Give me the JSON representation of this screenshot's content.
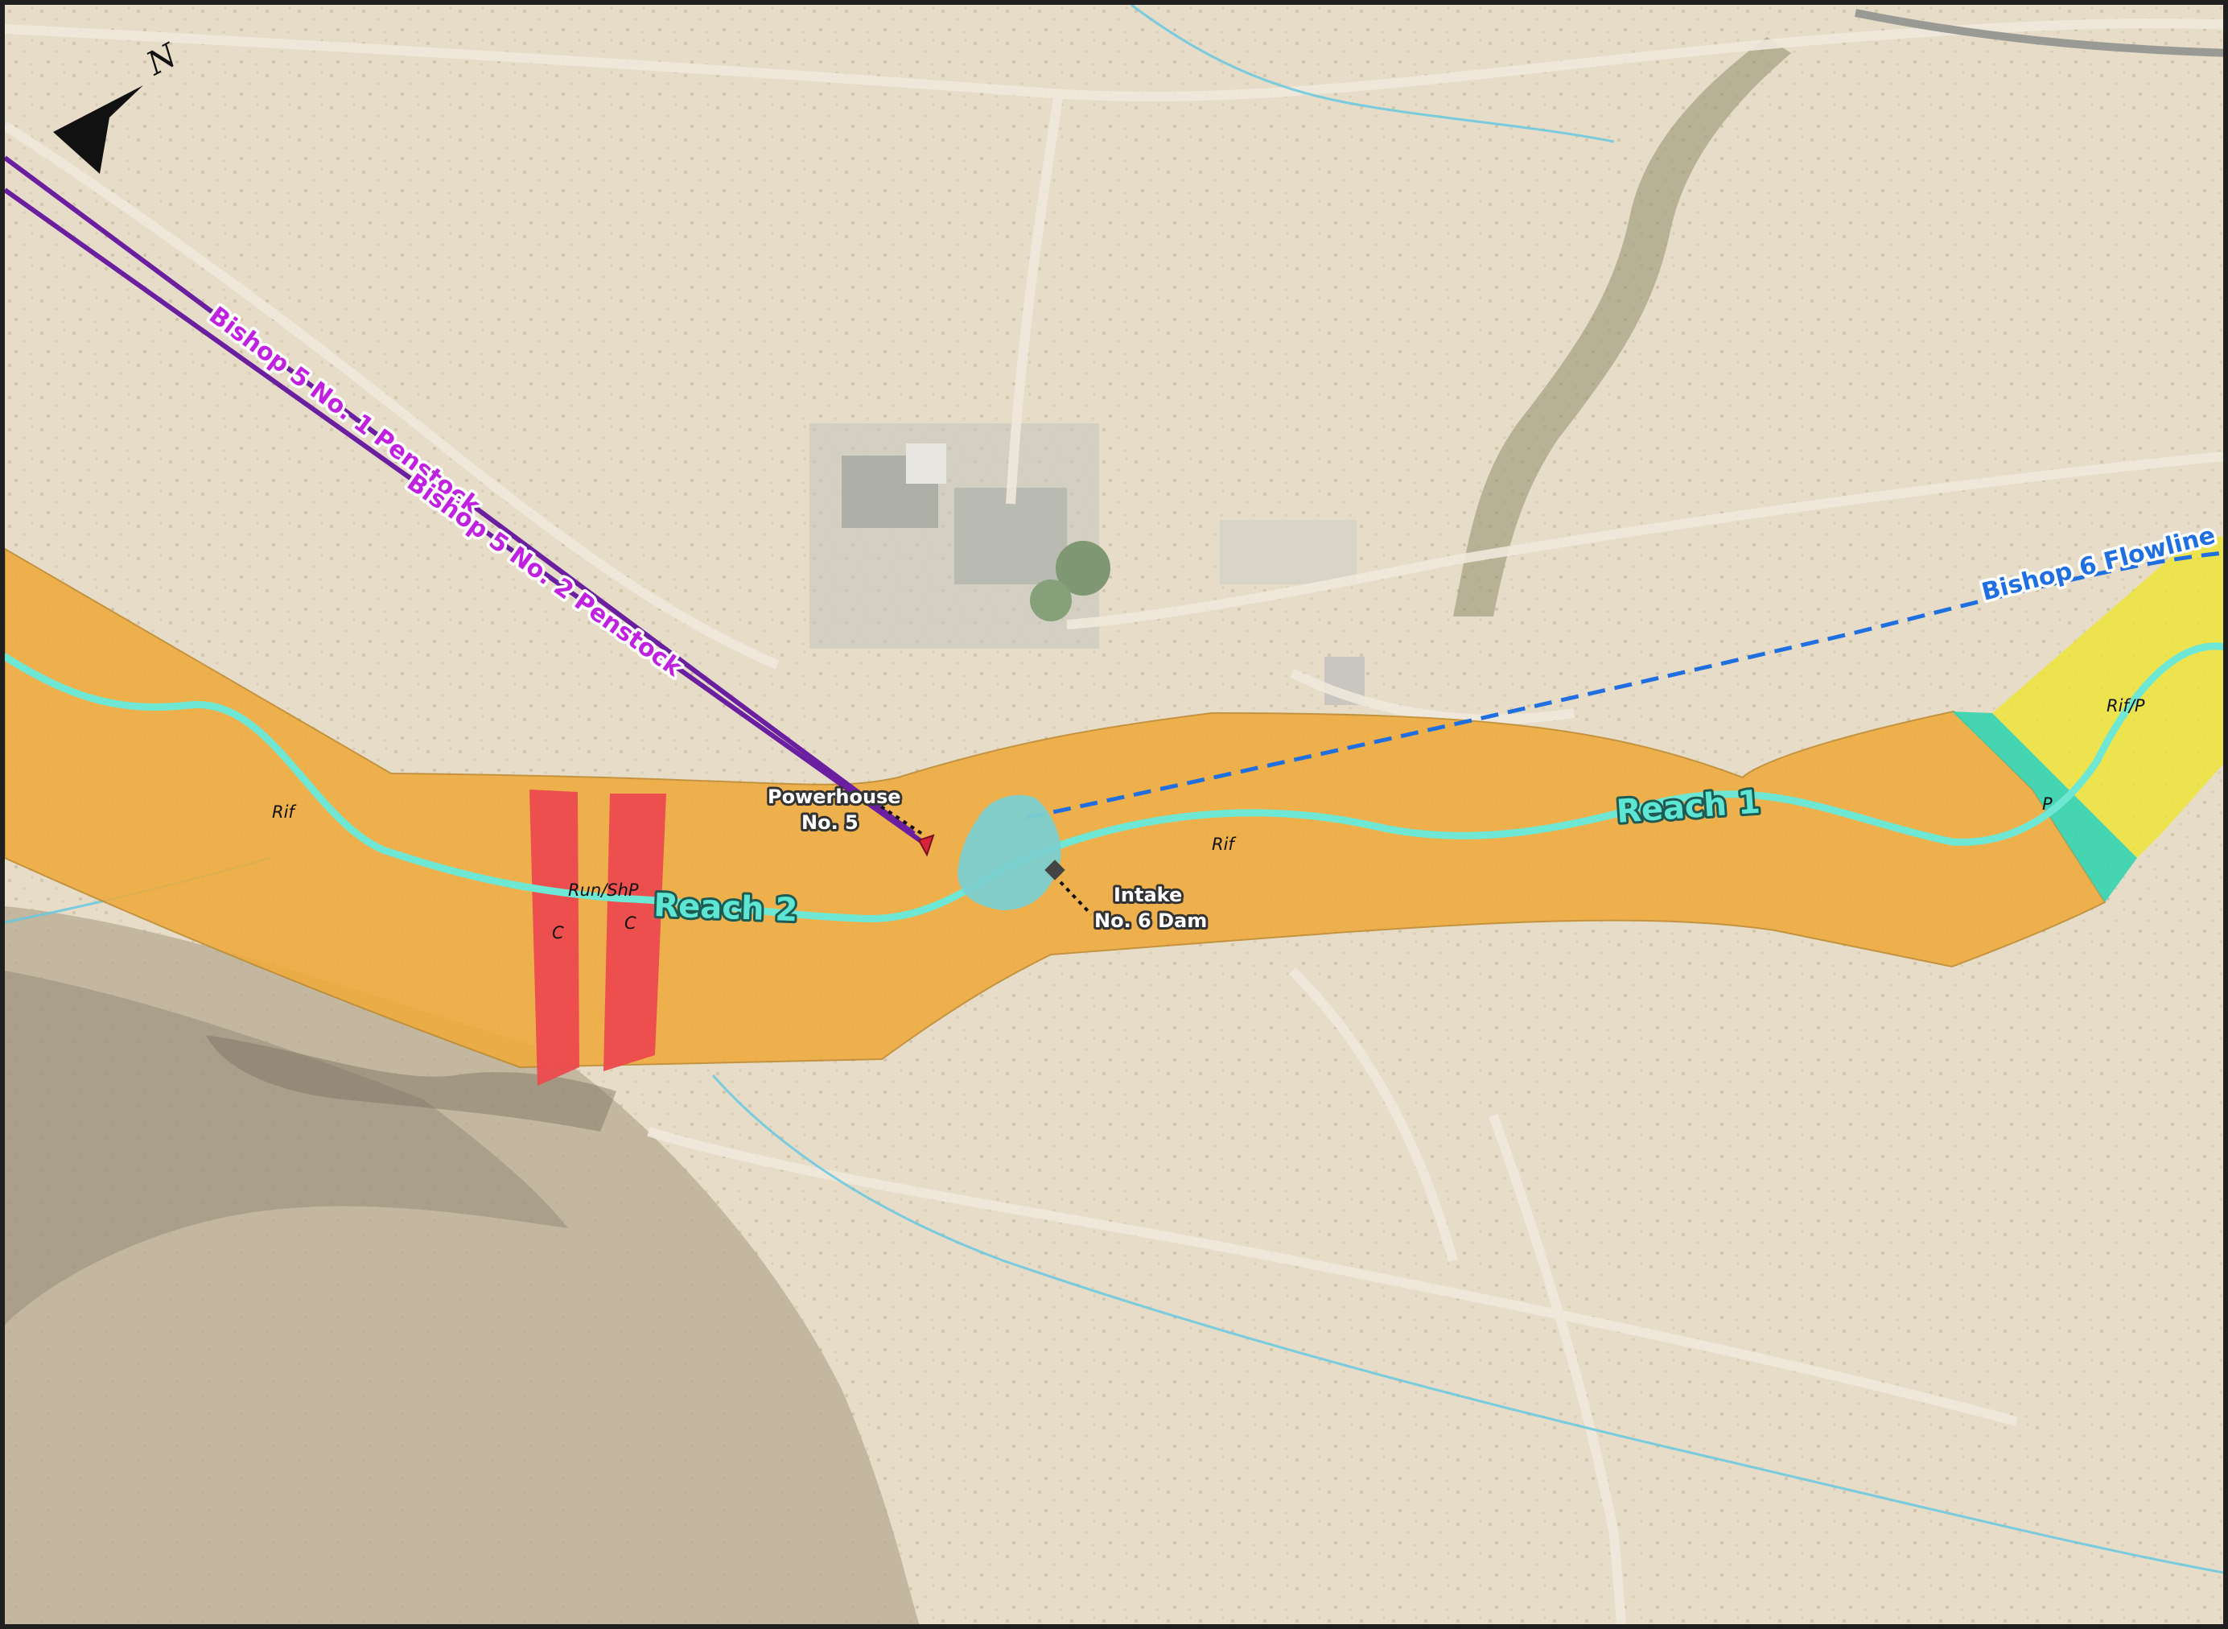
{
  "map": {
    "reaches": [
      {
        "id": "reach-1",
        "label": "Reach 1"
      },
      {
        "id": "reach-2",
        "label": "Reach 2"
      }
    ],
    "habitat_labels": {
      "rif_west": "Rif",
      "run_shp": "Run/ShP",
      "c_left": "C",
      "c_right": "C",
      "rif_center": "Rif",
      "p_east": "P",
      "rif_p_east": "Rif/P"
    },
    "features": {
      "powerhouse_line1": "Powerhouse",
      "powerhouse_line2": "No. 5",
      "intake_line1": "Intake",
      "intake_line2": "No. 6 Dam",
      "penstock_1": "Bishop 5 No. 1 Penstock",
      "penstock_2": "Bishop 5 No. 2 Penstock",
      "flowline": "Bishop 6 Flowline"
    },
    "north_arrow": {
      "label": "N"
    },
    "colors": {
      "reach_zone": "#f0ab3c",
      "cascade": "#ec4a4e",
      "pool": "#34d4b0",
      "riffle_pool": "#ece43a",
      "stream": "#6ee8d4",
      "penstock": "#6a1fa0",
      "flowline": "#1f6fe0",
      "intake_pond": "#7ccfd0",
      "powerhouse_marker": "#d9233a"
    }
  }
}
